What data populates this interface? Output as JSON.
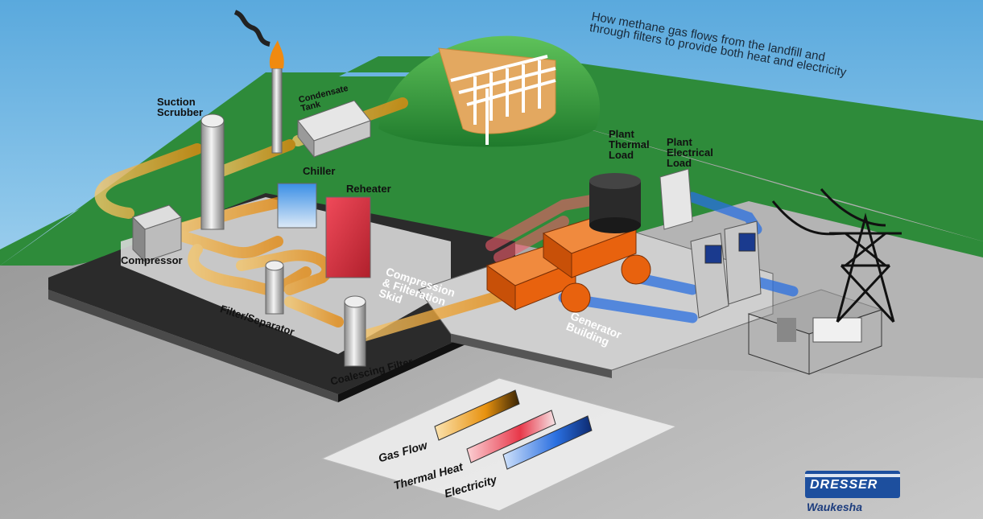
{
  "title": "How methane gas flows from the landfill and through filters to provide both heat and electricity",
  "labels": {
    "suction_scrubber": "Suction\nScrubber",
    "condensate_tank": "Condensate\nTank",
    "chiller": "Chiller",
    "reheater": "Reheater",
    "compressor": "Compressor",
    "filter_separator": "Filter/Separator",
    "coalescing_filter": "Coalescing Filter",
    "skid": "Compression\n& Filteration\nSkid",
    "generator_building": "Generator\nBuilding",
    "plant_thermal_load": "Plant\nThermal\nLoad",
    "plant_electrical_load": "Plant\nElectrical\nLoad"
  },
  "legend": {
    "gas_flow": "Gas Flow",
    "thermal_heat": "Thermal Heat",
    "electricity": "Electricity"
  },
  "logo": {
    "brand": "DRESSER",
    "division": "Waukesha"
  },
  "colors": {
    "gas_flow": "#f2a31c",
    "thermal_heat": "#e8384a",
    "electricity": "#2a6fe0",
    "ground": "#2e8b3a",
    "skid": "#2b2b2b",
    "generator": "#e8620e",
    "brand": "#1d4f9e"
  }
}
